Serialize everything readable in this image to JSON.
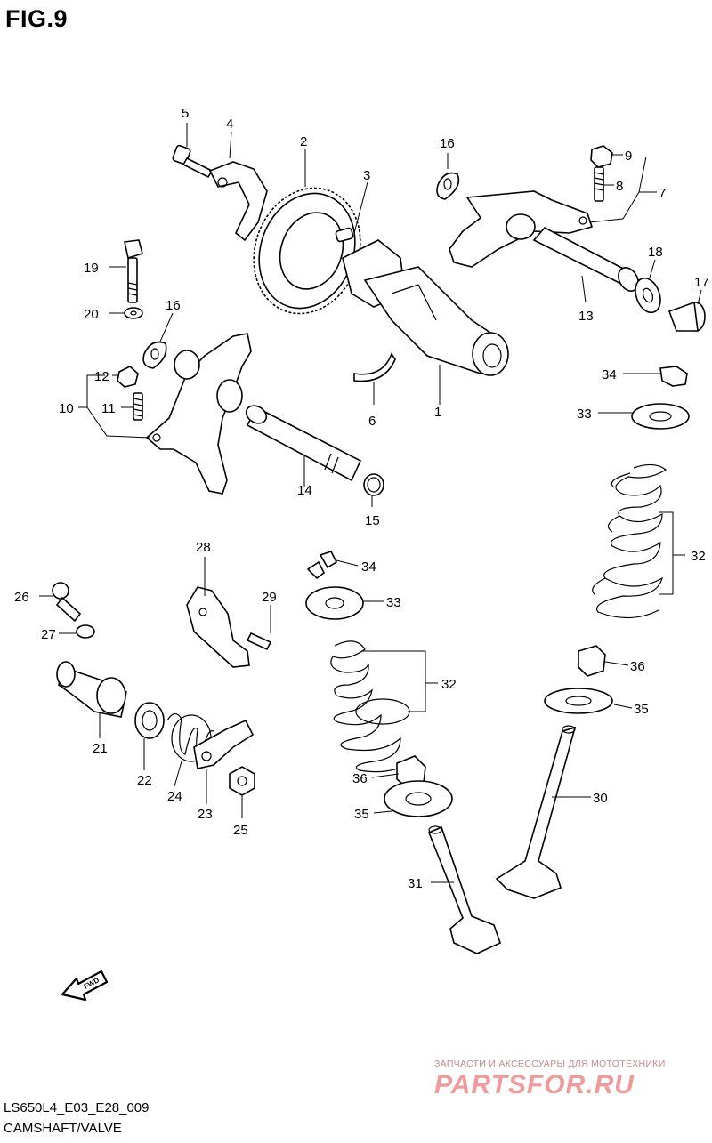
{
  "figure": {
    "title": "FIG.9",
    "code": "LS650L4_E03_E28_009",
    "name": "CAMSHAFT/VALVE"
  },
  "watermark": {
    "tagline": "ЗАПЧАСТИ И АКСЕССУАРЫ ДЛЯ МОТОТЕХНИКИ",
    "brand": "PARTSFOR.RU"
  },
  "direction_badge": "FWD",
  "callouts": {
    "c1": "1",
    "c2": "2",
    "c3": "3",
    "c4": "4",
    "c5": "5",
    "c6": "6",
    "c7": "7",
    "c8": "8",
    "c9": "9",
    "c10": "10",
    "c11": "11",
    "c12": "12",
    "c13": "13",
    "c14": "14",
    "c15": "15",
    "c16a": "16",
    "c16b": "16",
    "c17": "17",
    "c18": "18",
    "c19": "19",
    "c20": "20",
    "c21": "21",
    "c22": "22",
    "c23": "23",
    "c24": "24",
    "c25": "25",
    "c26": "26",
    "c27": "27",
    "c28": "28",
    "c29": "29",
    "c30": "30",
    "c31": "31",
    "c32a": "32",
    "c32b": "32",
    "c33a": "33",
    "c33b": "33",
    "c34a": "34",
    "c34b": "34",
    "c35a": "35",
    "c35b": "35",
    "c36a": "36",
    "c36b": "36"
  },
  "colors": {
    "line_art": "#000000",
    "watermark_brand": "#ef9b9b"
  }
}
